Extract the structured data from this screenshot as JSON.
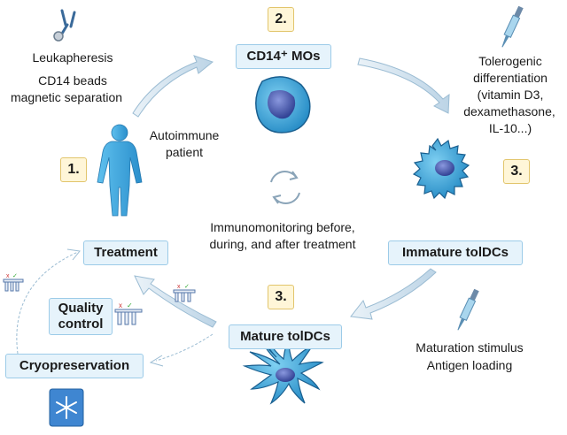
{
  "steps": {
    "step1": "1.",
    "step2": "2.",
    "step3_right": "3.",
    "step3_center": "3."
  },
  "stages": {
    "cd14_mos": "CD14⁺ MOs",
    "immature": "Immature tolDCs",
    "mature": "Mature tolDCs",
    "treatment": "Treatment",
    "quality_control_line1": "Quality",
    "quality_control_line2": "control",
    "cryopreservation": "Cryopreservation"
  },
  "texts": {
    "leuka1": "Leukapheresis",
    "leuka2": "CD14 beads",
    "leuka3": "magnetic separation",
    "patient1": "Autoimmune",
    "patient2": "patient",
    "toler1": "Tolerogenic",
    "toler2": "differentiation",
    "toler3": "(vitamin D3,",
    "toler4": "dexamethasone,",
    "toler5": "IL-10...)",
    "immuno1": "Immunomonitoring before,",
    "immuno2": "during, and after treatment",
    "matur1": "Maturation stimulus",
    "matur2": "Antigen loading"
  },
  "colors": {
    "cell_blue": "#2aa3d8",
    "cell_dark": "#1e6fa3",
    "nucleus": "#3b4fa8",
    "arrow": "#c9dbe8",
    "arrow_stroke": "#9bbcd3",
    "box_fill": "#e6f3fb",
    "num_fill": "#fff6d8"
  },
  "icons": [
    "antibody-icon",
    "pipette-icon",
    "human-body-icon",
    "monocyte-icon",
    "immature-dc-icon",
    "mature-dc-icon",
    "refresh-cycle-icon",
    "vial-rack-icon",
    "snowflake-freezer-icon"
  ]
}
